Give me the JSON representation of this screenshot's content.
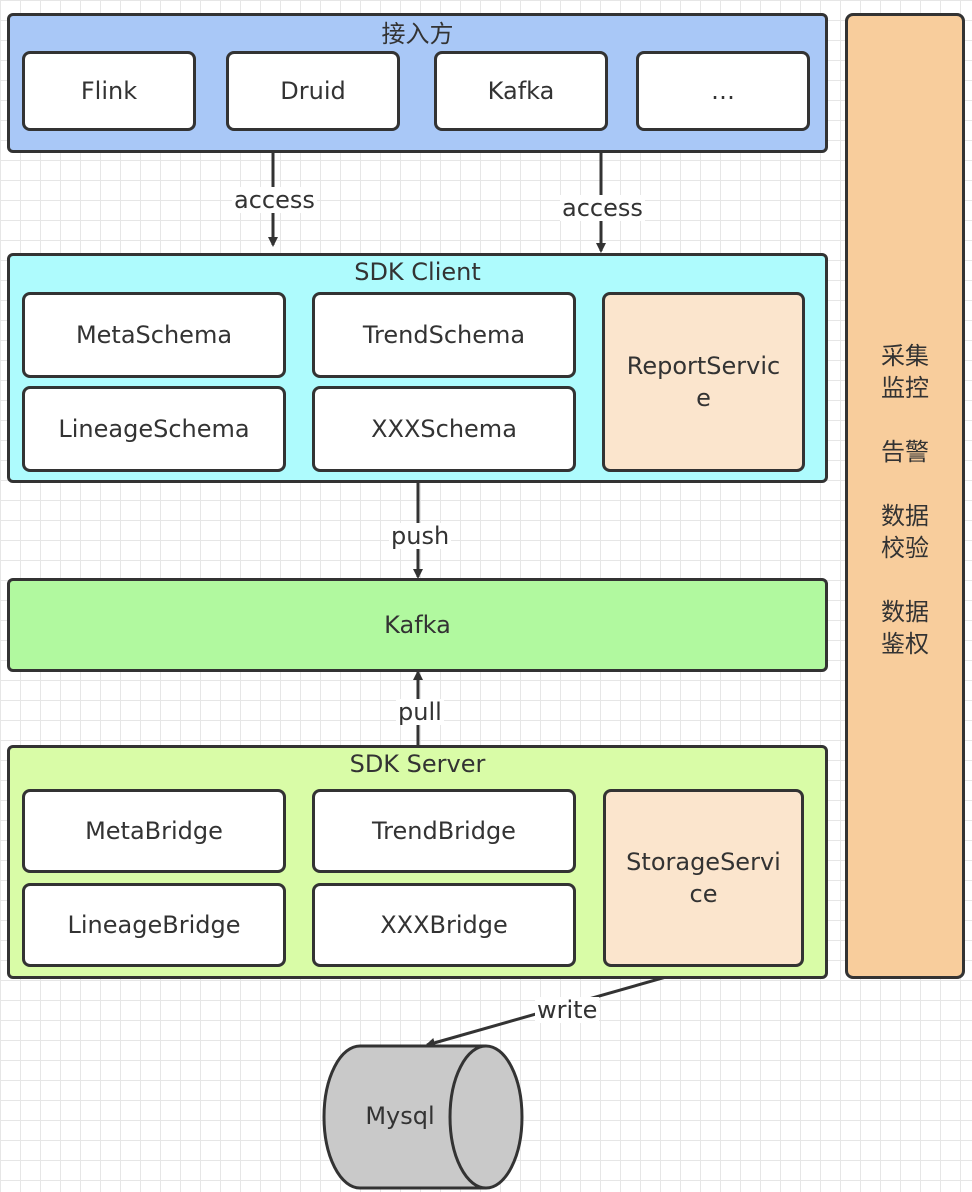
{
  "access_party": {
    "title": "接入方",
    "items": [
      "Flink",
      "Druid",
      "Kafka",
      "…"
    ]
  },
  "edges": {
    "access_left": "access",
    "access_right": "access",
    "push": "push",
    "pull": "pull",
    "write": "write"
  },
  "sdk_client": {
    "title": "SDK Client",
    "schemas": [
      "MetaSchema",
      "TrendSchema",
      "LineageSchema",
      "XXXSchema"
    ],
    "report_service": "ReportService"
  },
  "kafka": {
    "label": "Kafka"
  },
  "sdk_server": {
    "title": "SDK Server",
    "bridges": [
      "MetaBridge",
      "TrendBridge",
      "LineageBridge",
      "XXXBridge"
    ],
    "storage_service": "StorageService"
  },
  "mysql": {
    "label": "Mysql"
  },
  "side_panel": {
    "collect_monitor": "采集监控",
    "alert": "告警",
    "data_validation": "数据校验",
    "data_auth": "数据鉴权"
  },
  "colors": {
    "access_party_bg": "#a9c8f7",
    "sdk_client_bg": "#aefbfd",
    "kafka_bg": "#b1f99f",
    "sdk_server_bg": "#d9fca7",
    "service_bg": "#fbe5cd",
    "side_panel_bg": "#f8cd9c",
    "mysql_bg": "#c9c9c9"
  }
}
